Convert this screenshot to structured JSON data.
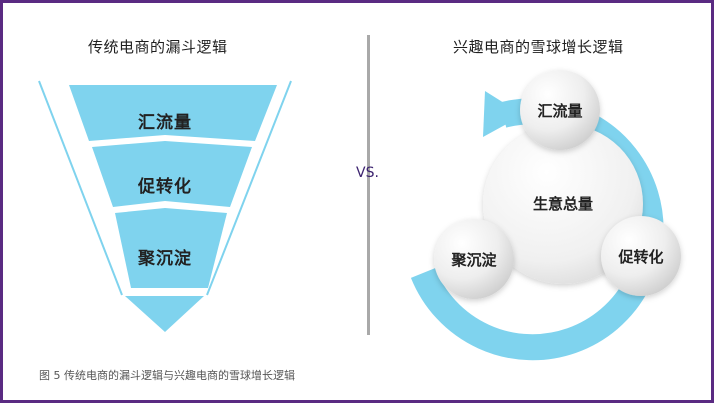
{
  "left": {
    "title": "传统电商的漏斗逻辑",
    "stages": [
      "汇流量",
      "促转化",
      "聚沉淀"
    ]
  },
  "vs_label": "VS.",
  "right": {
    "title": "兴趣电商的雪球增长逻辑",
    "center_label": "生意总量",
    "nodes": [
      "汇流量",
      "促转化",
      "聚沉淀"
    ]
  },
  "caption": "图 5    传统电商的漏斗逻辑与兴趣电商的雪球增长逻辑",
  "colors": {
    "accent": "#7fd3ee",
    "frame": "#5a2a82",
    "divider": "#a9a9a9"
  }
}
